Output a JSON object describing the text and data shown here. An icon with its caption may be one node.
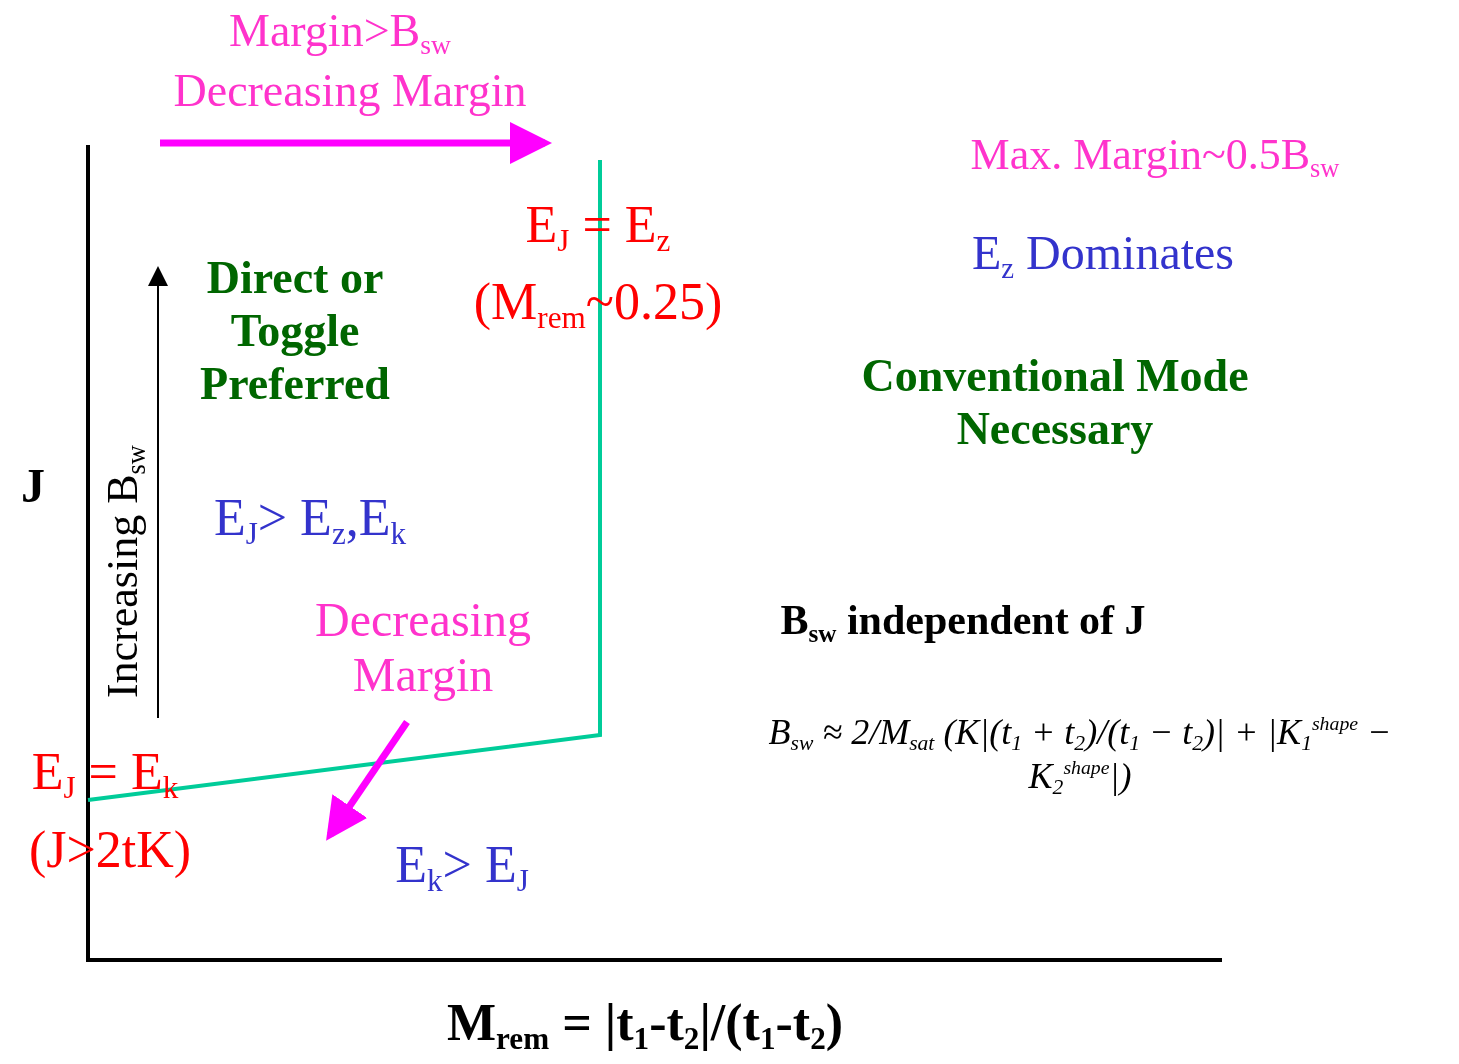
{
  "diagram": {
    "labels": [
      "Margin>B$_{sw}$",
      "Decreasing Margin",
      "Max. Margin~0.5B$_{sw}$",
      "E$_{J}$ = E$_{z}$",
      "(M$_{rem}$~0.25)",
      "E$_{z}$ Dominates",
      "Direct or Toggle Preferred",
      "Increasing B$_{sw}$",
      "Conventional Mode Necessary",
      "J",
      "E$_{J}$> E$_{z}$,E$_{k}$",
      "B$_{sw}$ independent of J",
      "Decreasing Margin",
      "B$_{sw}$ ≈ 2/M$_{sat}$ (K|(t$_{1}$ + t$_{2}$)/(t$_{1}$ − t$_{2}$)| + |K$_{1}$$^{shape}$ − K$_{2}$$^{shape}$|)",
      "E$_{J}$ = E$_{k}$",
      "(J>2tK)",
      "E$_{k}$> E$_{J}$",
      "M$_{rem}$ = |t$_{1}$-t$_{2}$|/(t$_{1}$-t$_{2}$)"
    ]
  }
}
